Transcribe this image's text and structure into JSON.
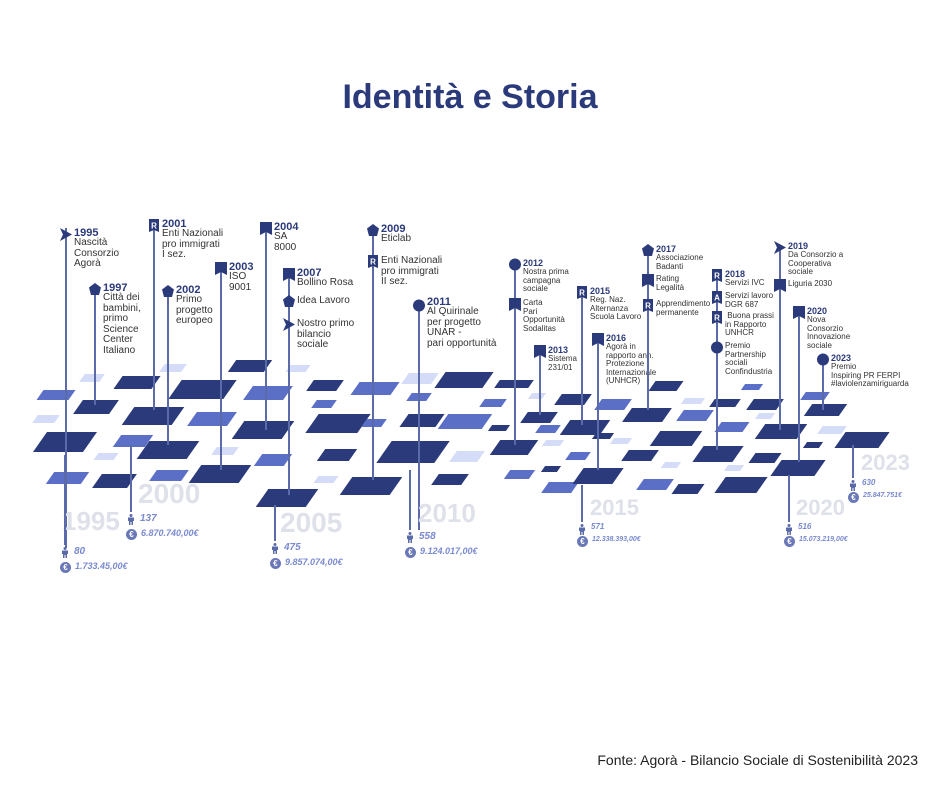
{
  "title": "Identità e Storia",
  "source": "Fonte: Agorà - Bilancio Sociale di Sostenibilità 2023",
  "colors": {
    "dark": "#2b3a7a",
    "mid": "#5b6fc7",
    "light": "#d4dcf8",
    "year_watermark": "#dfe1ea"
  },
  "events": [
    {
      "year": "1995",
      "items": [
        {
          "icon": "arrow",
          "text": "Nascità\nConsorzio\nAgorà"
        }
      ]
    },
    {
      "year": "1997",
      "items": [
        {
          "icon": "pentagon",
          "text": "Città dei\nbambini,\nprimo\nScience\nCenter\nItaliano"
        }
      ]
    },
    {
      "year": "2001",
      "items": [
        {
          "icon": "R",
          "text": "Enti Nazionali\npro immigrati\nI sez."
        }
      ]
    },
    {
      "year": "2002",
      "items": [
        {
          "icon": "pentagon",
          "text": "Primo\nprogetto\neuropeo"
        }
      ]
    },
    {
      "year": "2003",
      "items": [
        {
          "icon": "flag",
          "text": "ISO\n9001"
        }
      ]
    },
    {
      "year": "2004",
      "items": [
        {
          "icon": "flag",
          "text": "SA\n8000"
        }
      ]
    },
    {
      "year": "2007",
      "items": [
        {
          "icon": "flag",
          "text": "Bollino Rosa"
        },
        {
          "icon": "pentagon",
          "text": "Idea Lavoro"
        },
        {
          "icon": "arrow",
          "text": "Nostro primo\nbilancio\nsociale"
        }
      ]
    },
    {
      "year": "2009",
      "items": [
        {
          "icon": "pentagon",
          "text": "Eticlab"
        },
        {
          "icon": "R",
          "text": "Enti Nazionali\npro immigrati\nII sez."
        }
      ]
    },
    {
      "year": "2011",
      "items": [
        {
          "icon": "circle",
          "text": "Al Quirinale\nper progetto\nUNAR -\npari opportunità"
        }
      ]
    },
    {
      "year": "2012",
      "items": [
        {
          "icon": "circle",
          "text": "Nostra prima\ncampagna\nsociale"
        },
        {
          "icon": "flag",
          "text": "Carta\nPari\nOpportunità\nSodalitas"
        }
      ]
    },
    {
      "year": "2013",
      "items": [
        {
          "icon": "flag",
          "text": "Sistema\n231/01"
        }
      ]
    },
    {
      "year": "2015",
      "items": [
        {
          "icon": "R",
          "text": "Reg. Naz.\nAlternanza\nScuola Lavoro"
        }
      ]
    },
    {
      "year": "2016",
      "items": [
        {
          "icon": "flag",
          "text": "Agorà in\nrapporto ann.\nProtezione\nInternazionale\n(UNHCR)"
        }
      ]
    },
    {
      "year": "2017",
      "items": [
        {
          "icon": "pentagon",
          "text": "Associazione\nBadanti"
        },
        {
          "icon": "flag",
          "text": "Rating\nLegalità"
        },
        {
          "icon": "R",
          "text": "Apprendimento\npermanente"
        }
      ]
    },
    {
      "year": "2018",
      "items": [
        {
          "icon": "R",
          "text": "Servizi IVC"
        },
        {
          "icon": "A",
          "text": "Servizi lavoro\nDGR 687"
        },
        {
          "icon": "R",
          "text": " Buona prassi\nin Rapporto\nUNHCR"
        },
        {
          "icon": "circle",
          "text": "Premio\nPartnership\nsociali\nConfindustria"
        }
      ]
    },
    {
      "year": "2019",
      "items": [
        {
          "icon": "arrow",
          "text": "Da Consorzio a\nCooperativa\nsociale"
        },
        {
          "icon": "flag",
          "text": "Liguria 2030"
        }
      ]
    },
    {
      "year": "2020",
      "items": [
        {
          "icon": "flag",
          "text": "Nova\nConsorzio\nInnovazione\nsociale"
        }
      ]
    },
    {
      "year": "2023",
      "items": [
        {
          "icon": "circle",
          "text": "Premio\nInspiring PR FERPI\n#laviolenzamiriguarda"
        }
      ]
    }
  ],
  "stats": [
    {
      "year": "1995",
      "people": "80",
      "revenue": "1.733.45,00€"
    },
    {
      "year": "2000",
      "people": "137",
      "revenue": "6.870.740,00€"
    },
    {
      "year": "2005",
      "people": "475",
      "revenue": "9.857.074,00€"
    },
    {
      "year": "2010",
      "people": "558",
      "revenue": "9.124.017,00€"
    },
    {
      "year": "2015",
      "people": "571",
      "revenue": "12.338.393,00€"
    },
    {
      "year": "2020",
      "people": "516",
      "revenue": "15.073.219,00€"
    },
    {
      "year": "2023",
      "people": "630",
      "revenue": "25.847.751€"
    }
  ]
}
